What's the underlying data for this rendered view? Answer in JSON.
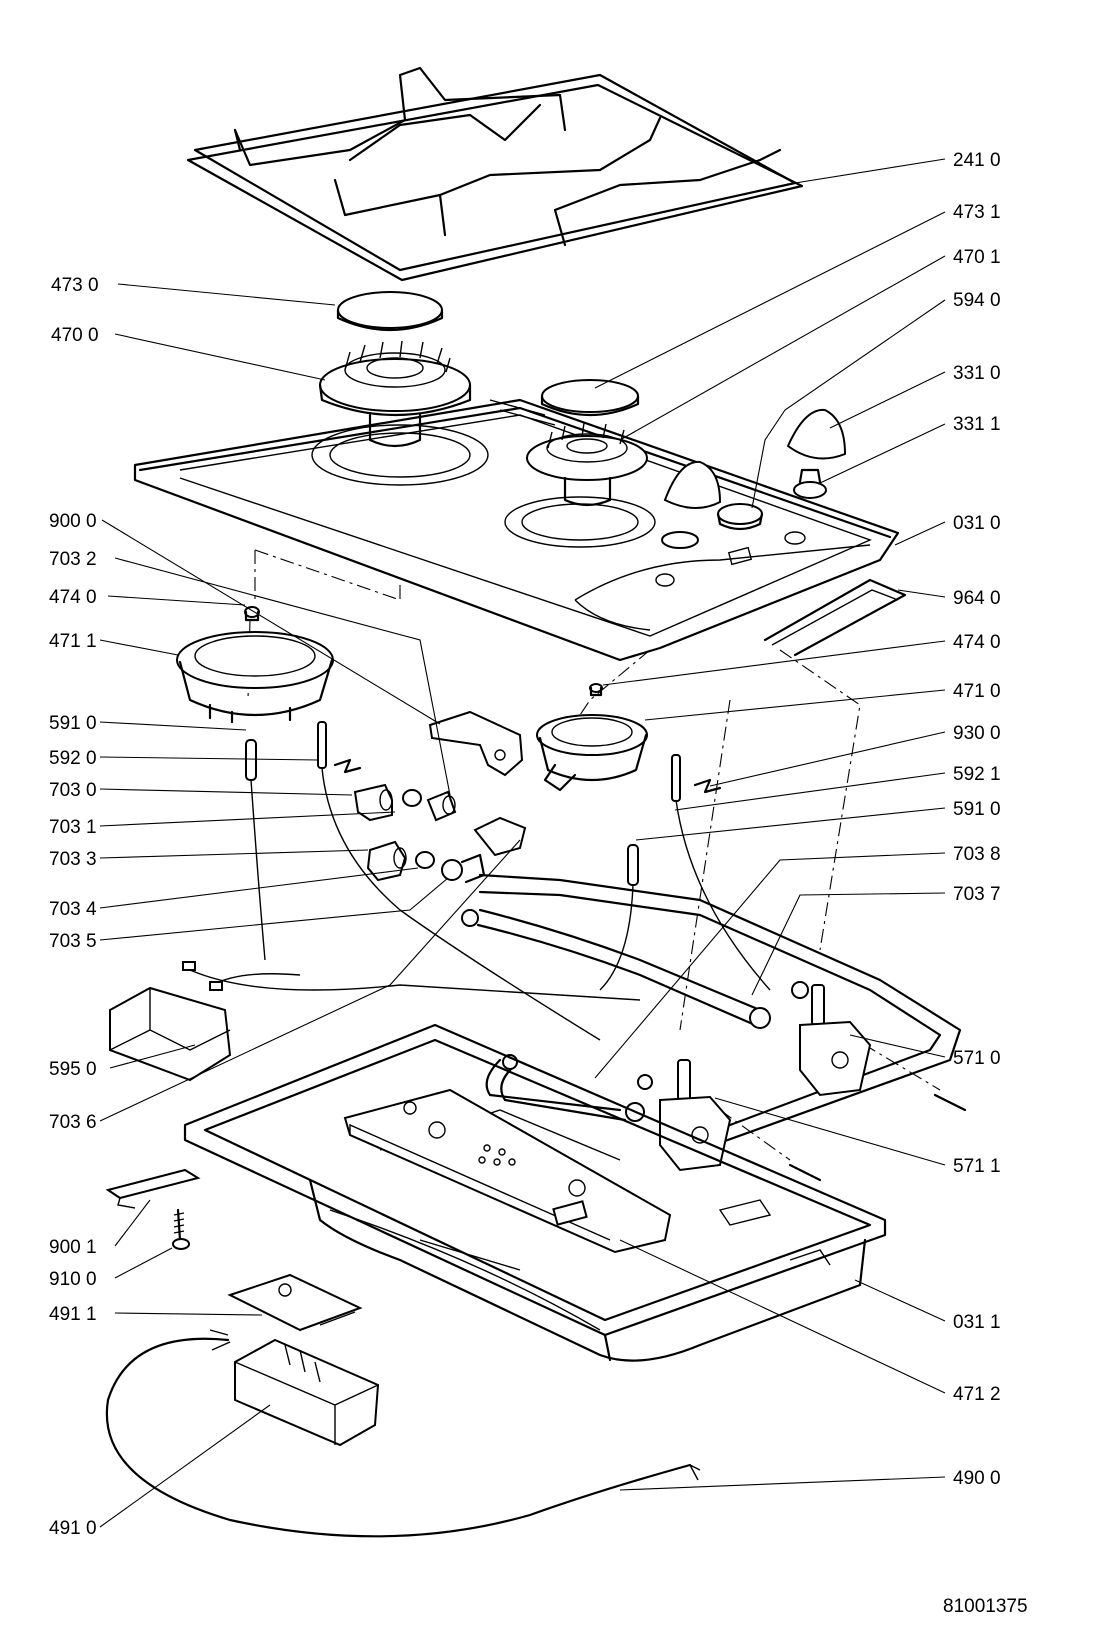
{
  "diagram": {
    "drawing_number": "81001375",
    "labels": {
      "l2410": "241 0",
      "l4731": "473 1",
      "l4701": "470 1",
      "l5940": "594 0",
      "l4730": "473 0",
      "l4700": "470 0",
      "l3310": "331 0",
      "l3311": "331 1",
      "l9000": "900 0",
      "l0310": "031 0",
      "l7032": "703 2",
      "l4740a": "474 0",
      "l9640": "964 0",
      "l4711": "471 1",
      "l4740b": "474 0",
      "l5910a": "591 0",
      "l4710": "471 0",
      "l5920": "592 0",
      "l9300": "930 0",
      "l7030": "703 0",
      "l5921": "592 1",
      "l7031": "703 1",
      "l5910b": "591 0",
      "l7033": "703 3",
      "l7038": "703 8",
      "l7034": "703 4",
      "l7037": "703 7",
      "l7035": "703 5",
      "l5950": "595 0",
      "l5710": "571 0",
      "l7036": "703 6",
      "l5711": "571 1",
      "l9001": "900 1",
      "l9100": "910 0",
      "l4911": "491 1",
      "l0311": "031 1",
      "l4712": "471 2",
      "l4900": "490 0",
      "l4910": "491 0"
    }
  }
}
